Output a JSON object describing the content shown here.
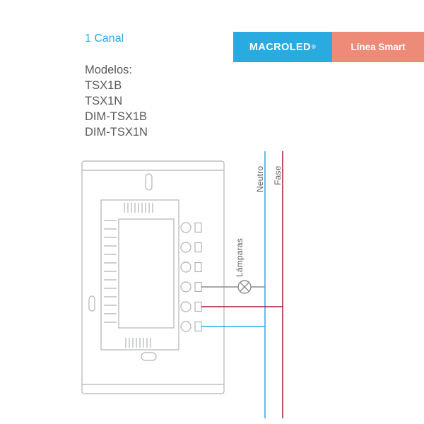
{
  "header": {
    "channel_label": "1 Canal",
    "models_title": "Modelos:",
    "models": [
      "TSX1B",
      "TSX1N",
      "DIM-TSX1B",
      "DIM-TSX1N"
    ]
  },
  "brand": {
    "name": "MACROLED",
    "registered_mark": "®",
    "line_label": "Línea Smart",
    "brand_color": "#29abe2",
    "line_color": "#ee8a78"
  },
  "diagram": {
    "labels": {
      "neutral": "Neutro",
      "phase": "Fase",
      "lamps": "Lámparas"
    },
    "wire_colors": {
      "neutral": "#29abe2",
      "phase": "#a31d33",
      "lamp": "#8a8c8e"
    },
    "outline_color": "#b1b3b5",
    "lamp_icon": "crossed-circle-lamp-symbol",
    "terminal_count": 6
  }
}
